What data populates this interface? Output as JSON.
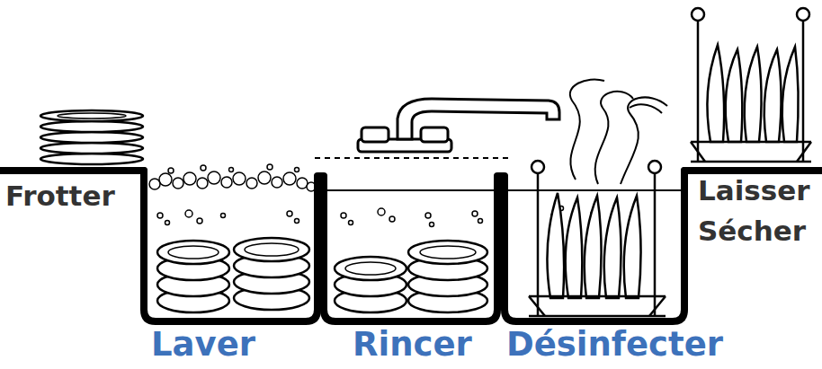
{
  "diagram": {
    "labels": [
      "Frotter",
      "Laver",
      "Rincer",
      "Désinfecter",
      "Laisser Sécher"
    ]
  }
}
